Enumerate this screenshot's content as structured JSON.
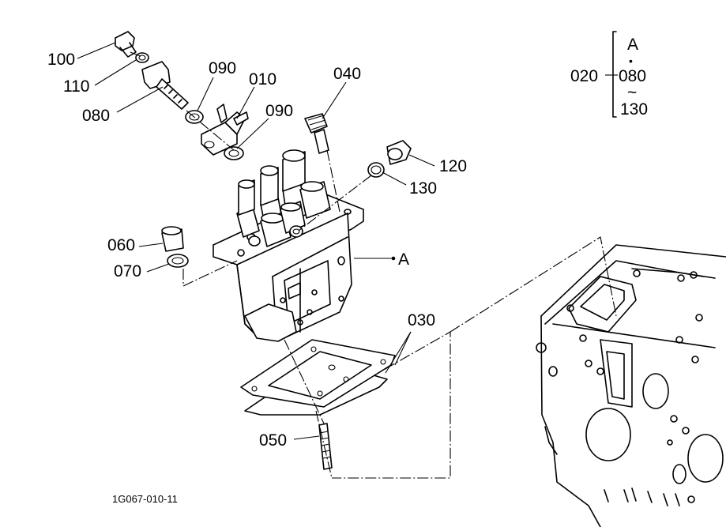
{
  "callouts": {
    "p100": "100",
    "p110": "110",
    "p080": "080",
    "p090a": "090",
    "p010": "010",
    "p090b": "090",
    "p040": "040",
    "p120": "120",
    "p130": "130",
    "p060": "060",
    "p070": "070",
    "pA": "A",
    "p030": "030",
    "p050": "050"
  },
  "group_legend": {
    "parent": "020",
    "top": "A",
    "from": "080",
    "to": "130",
    "dot": "•",
    "tilde": "~"
  },
  "diagram_code": "1G067-010-11"
}
